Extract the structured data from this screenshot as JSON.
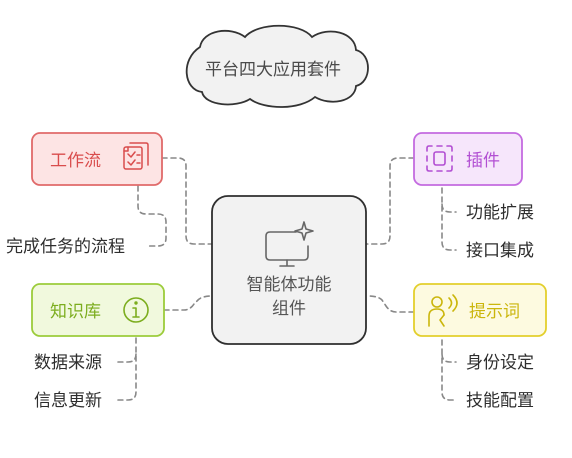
{
  "title": "平台四大应用套件",
  "center": {
    "line1": "智能体功能",
    "line2": "组件"
  },
  "nodes": {
    "workflow": {
      "label": "工作流",
      "description": "完成任务的流程"
    },
    "plugin": {
      "label": "插件",
      "items": [
        "功能扩展",
        "接口集成"
      ]
    },
    "knowledge": {
      "label": "知识库",
      "items": [
        "数据来源",
        "信息更新"
      ]
    },
    "prompt": {
      "label": "提示词",
      "items": [
        "身份设定",
        "技能配置"
      ]
    }
  },
  "colors": {
    "red_fill": "#fde4e4",
    "red_stroke": "#e06a6a",
    "red_text": "#d94c4c",
    "purple_fill": "#f6e6fb",
    "purple_stroke": "#c46be0",
    "purple_text": "#b24fd3",
    "green_fill": "#f1f9dd",
    "green_stroke": "#9ccc3b",
    "green_text": "#7cad1e",
    "yellow_fill": "#fdfae0",
    "yellow_stroke": "#e3cf2c",
    "yellow_text": "#cbb60c",
    "center_fill": "#f2f2f2",
    "center_stroke": "#2f2f2f",
    "connector": "#888888"
  }
}
